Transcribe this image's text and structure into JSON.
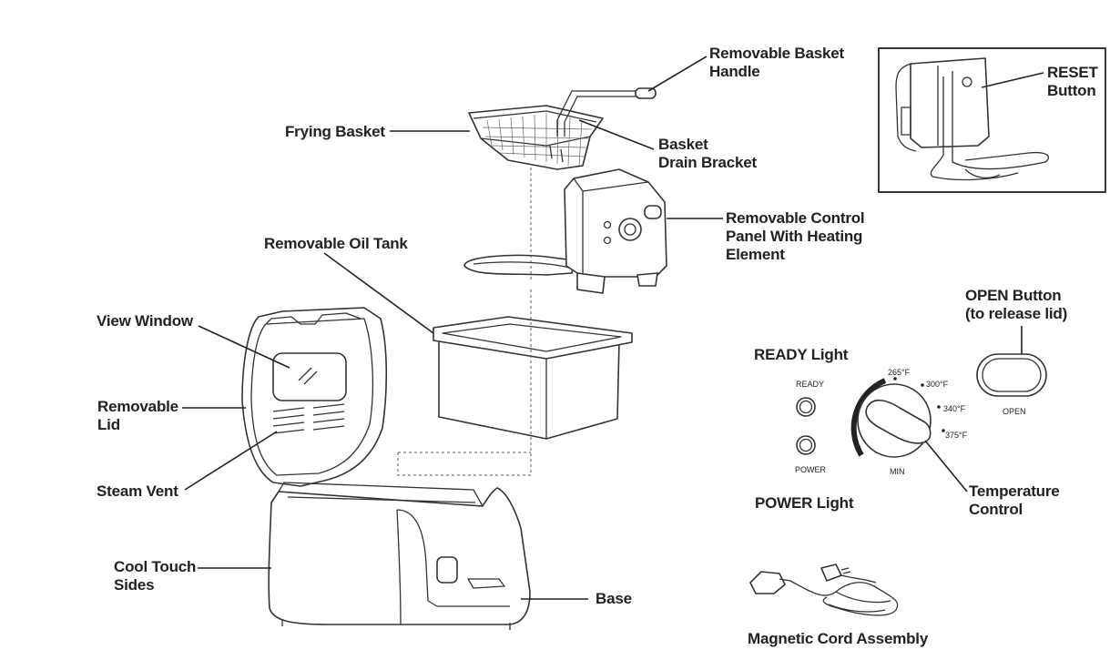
{
  "labels": {
    "handle": [
      "Removable Basket",
      "Handle"
    ],
    "frying_basket": "Frying Basket",
    "drain_bracket": [
      "Basket",
      "Drain Bracket"
    ],
    "control_panel": [
      "Removable Control",
      "Panel With Heating",
      "Element"
    ],
    "oil_tank": "Removable Oil Tank",
    "view_window": "View Window",
    "removable_lid": [
      "Removable",
      "Lid"
    ],
    "steam_vent": "Steam Vent",
    "cool_touch": [
      "Cool Touch",
      "Sides"
    ],
    "base": "Base",
    "reset": [
      "RESET",
      "Button"
    ],
    "open_button": [
      "OPEN Button",
      "(to release lid)"
    ],
    "ready_light": "READY Light",
    "power_light": "POWER Light",
    "temperature_control": [
      "Temperature",
      "Control"
    ],
    "magnetic_cord": "Magnetic Cord Assembly"
  },
  "panel_markings": {
    "ready": "READY",
    "power": "POWER",
    "open": "OPEN",
    "min": "MIN",
    "t265": "265°F",
    "t300": "300°F",
    "t340": "340°F",
    "t375": "375°F"
  }
}
